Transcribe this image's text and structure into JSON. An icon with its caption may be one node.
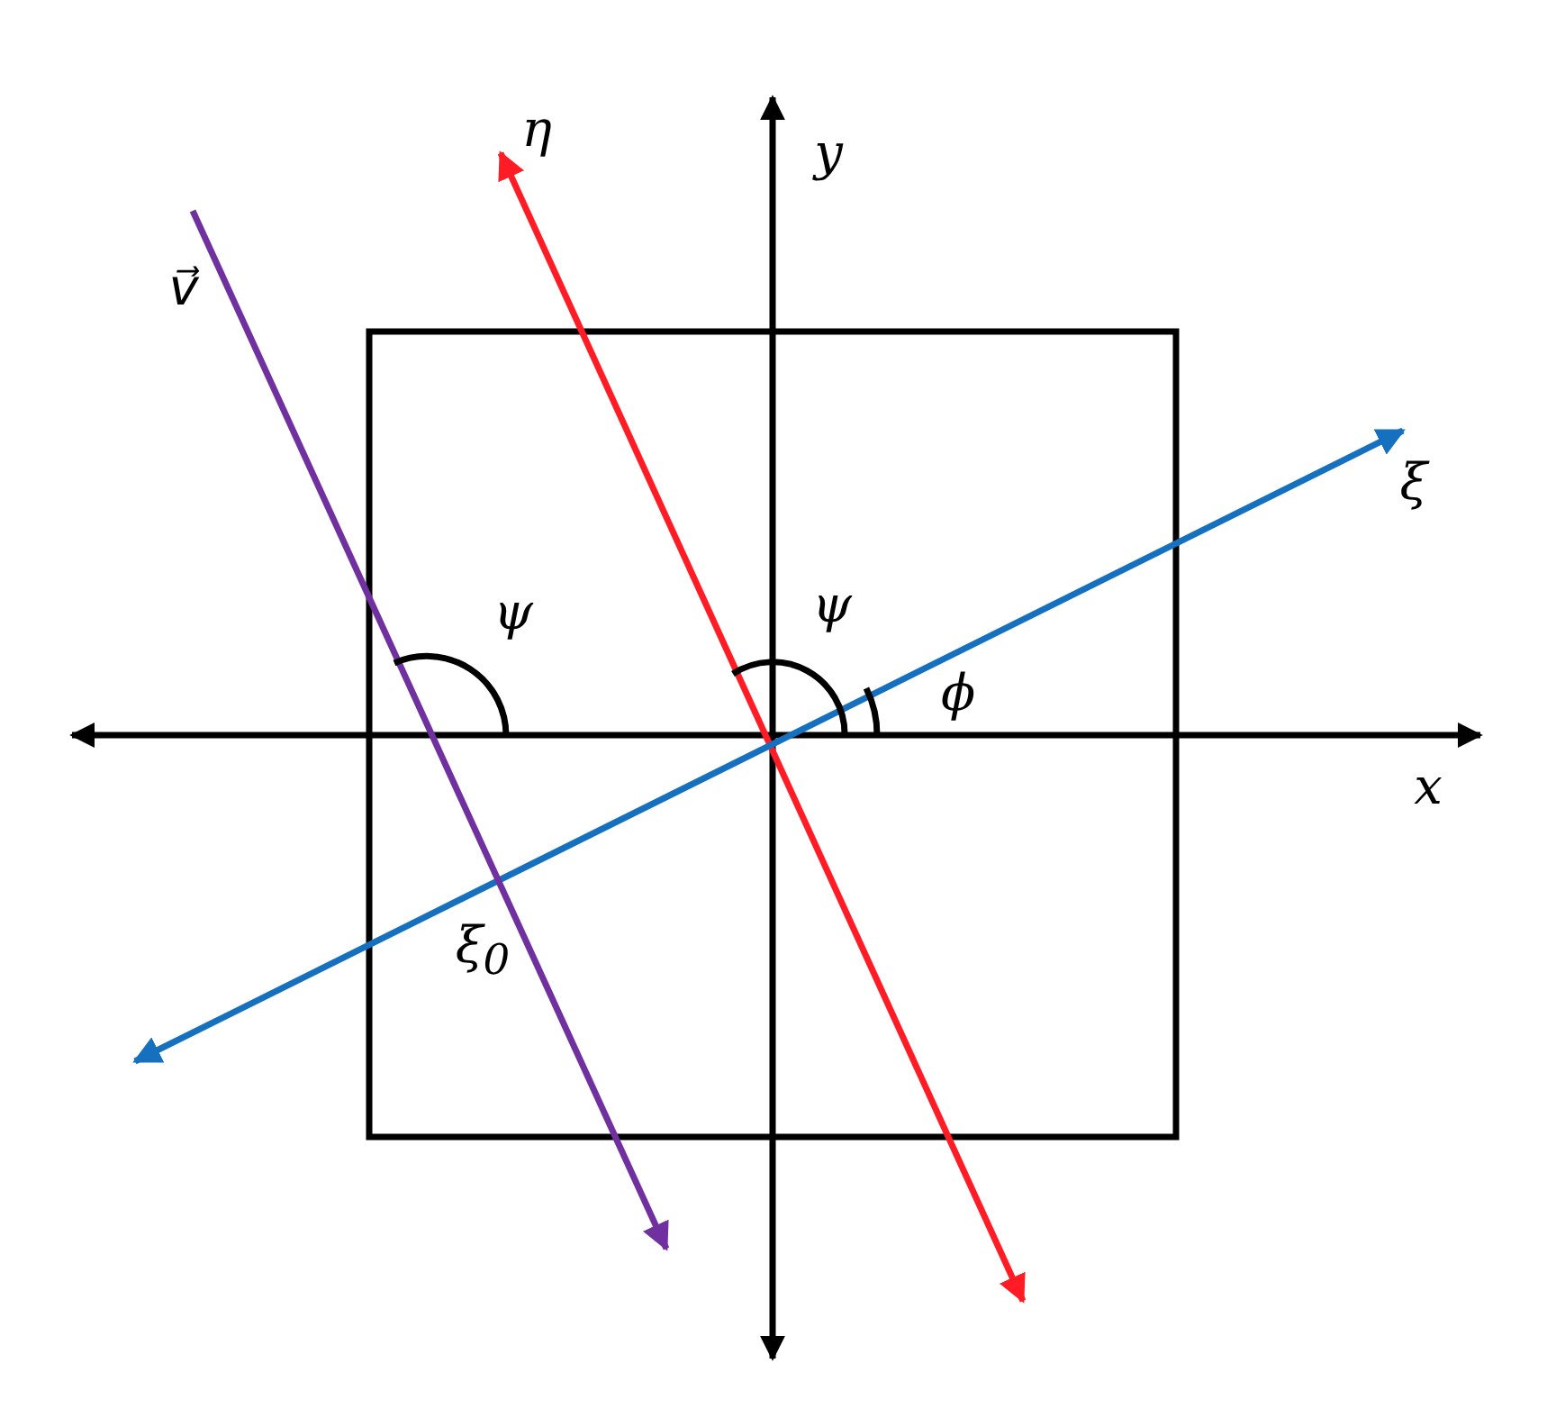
{
  "diagram": {
    "labels": [
      "η",
      "y",
      "v⃗",
      "ξ",
      "ψ",
      "ψ",
      "ϕ",
      "x",
      "ξ$_{0}$"
    ]
  }
}
